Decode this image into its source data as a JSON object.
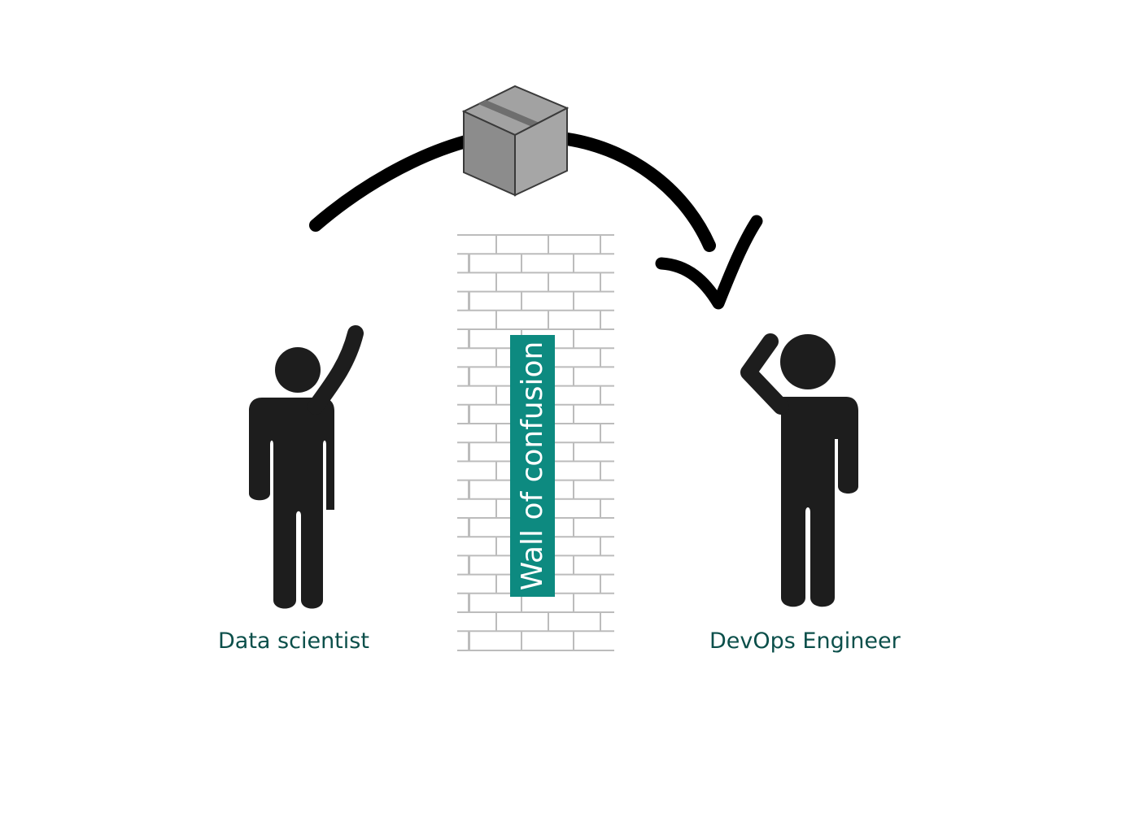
{
  "people": {
    "left_label": "Data scientist",
    "right_label": "DevOps Engineer"
  },
  "wall": {
    "label": "Wall of confusion"
  },
  "icons": {
    "package": "package-box-icon",
    "arc": "curved-arrow-icon",
    "checkmark": "checkmark-icon",
    "left_person": "person-raising-hand-icon",
    "right_person": "person-scratching-head-icon",
    "wall": "brick-wall-icon"
  },
  "colors": {
    "label_text": "#0b4f4a",
    "wall_label_bg": "#0d8a80",
    "wall_label_text": "#ffffff",
    "figure": "#1d1d1d",
    "brick_line": "#bcbcbc",
    "box_light": "#9c9c9c",
    "box_dark": "#777777"
  }
}
